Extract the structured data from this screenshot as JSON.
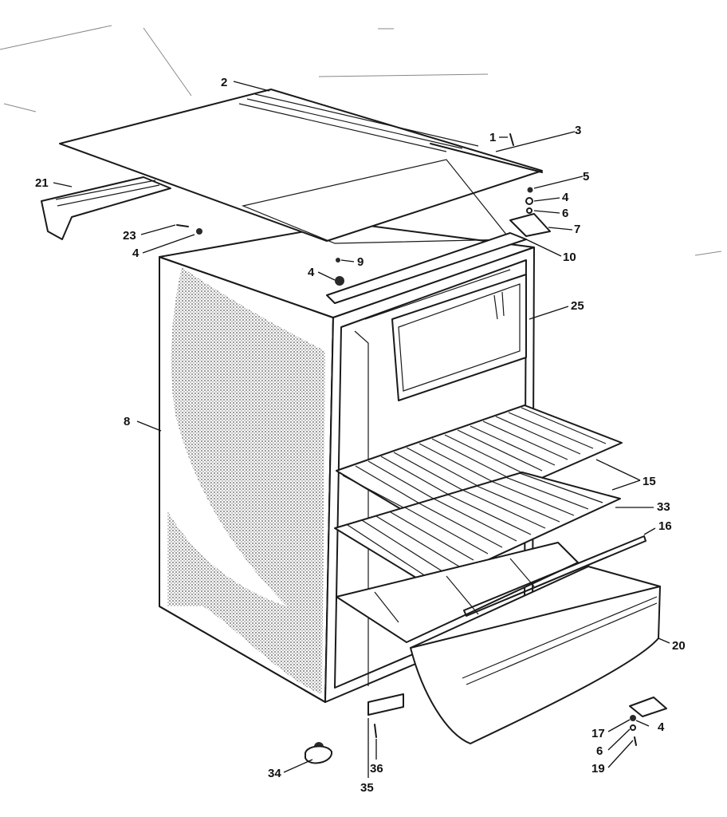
{
  "diagram": {
    "callouts": [
      {
        "id": "1",
        "text": "1"
      },
      {
        "id": "2",
        "text": "2"
      },
      {
        "id": "3",
        "text": "3"
      },
      {
        "id": "4a",
        "text": "4"
      },
      {
        "id": "4b",
        "text": "4"
      },
      {
        "id": "4c",
        "text": "4"
      },
      {
        "id": "4d",
        "text": "4"
      },
      {
        "id": "5",
        "text": "5"
      },
      {
        "id": "6a",
        "text": "6"
      },
      {
        "id": "6b",
        "text": "6"
      },
      {
        "id": "7",
        "text": "7"
      },
      {
        "id": "8",
        "text": "8"
      },
      {
        "id": "9",
        "text": "9"
      },
      {
        "id": "10",
        "text": "10"
      },
      {
        "id": "15",
        "text": "15"
      },
      {
        "id": "16",
        "text": "16"
      },
      {
        "id": "17",
        "text": "17"
      },
      {
        "id": "19",
        "text": "19"
      },
      {
        "id": "20",
        "text": "20"
      },
      {
        "id": "21",
        "text": "21"
      },
      {
        "id": "23",
        "text": "23"
      },
      {
        "id": "25",
        "text": "25"
      },
      {
        "id": "33",
        "text": "33"
      },
      {
        "id": "34",
        "text": "34"
      },
      {
        "id": "35",
        "text": "35"
      },
      {
        "id": "36",
        "text": "36"
      }
    ]
  }
}
